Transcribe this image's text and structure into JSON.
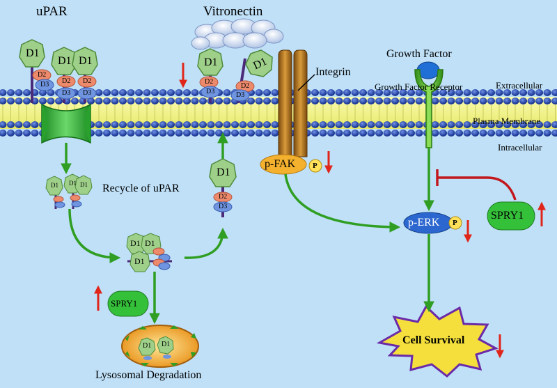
{
  "labels": {
    "upar": "uPAR",
    "vitronectin": "Vitronectin",
    "integrin": "Integrin",
    "growth_factor": "Growth Factor",
    "growth_factor_receptor": "Growth Factor Receptor",
    "extracellular": "Extracellular",
    "plasma_membrane": "Plasma Membrane",
    "intracellular": "Intracellular",
    "recycle": "Recycle of uPAR",
    "lysosomal_degradation": "Lysosomal Degradation",
    "cell_survival": "Cell Survival"
  },
  "proteins": {
    "d1": "D1",
    "d2": "D2",
    "d3": "D3",
    "p_fak": "p-FAK",
    "p_erk": "p-ERK",
    "spry1": "SPRY1",
    "phospho": "P"
  },
  "colors": {
    "background": "#bfe0f7",
    "membrane_bead": "#1f3fa8",
    "membrane_core": "#f4f58a",
    "green_arrow": "#2f9e22",
    "red_arrow": "#e0261b",
    "inhibit_line": "#c2171b",
    "d1_fill": "#9fd08a",
    "d2_fill": "#ee8a6c",
    "d3_fill": "#6f94e0",
    "integrin": "#b8761f",
    "receptor": "#58b52a",
    "ligand": "#1f6fd6",
    "p_fak": "#f3b12e",
    "p_erk": "#2c67d0",
    "spry1": "#35c03a",
    "cell_survival": "#f4df3c",
    "lysosome": "#f2a72c"
  }
}
